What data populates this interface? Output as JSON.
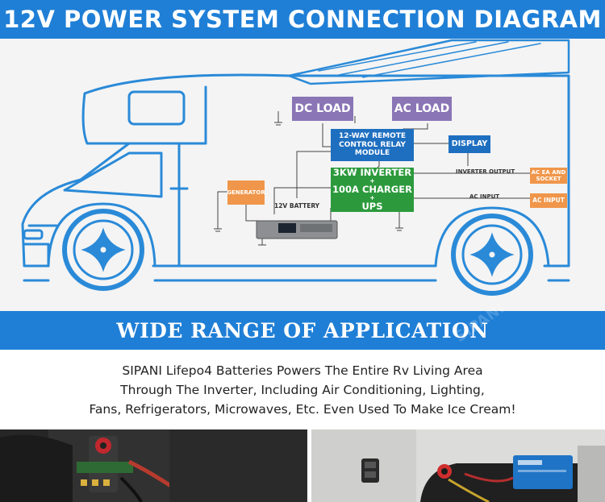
{
  "header": {
    "title": "12V POWER SYSTEM CONNECTION DIAGRAM"
  },
  "diagram": {
    "dc_load": "DC LOAD",
    "ac_load": "AC LOAD",
    "relay_module": "12-WAY REMOTE CONTROL RELAY MODULE",
    "display": "DISPLAY",
    "inverter_line1": "3KW INVERTER",
    "inverter_plus1": "+",
    "inverter_line2": "100A CHARGER",
    "inverter_plus2": "+",
    "inverter_line3": "UPS",
    "generator": "GENERATOR",
    "battery_label": "12V BATTERY",
    "inverter_output_label": "INVERTER OUTPUT",
    "ac_input_label": "AC INPUT",
    "ac_socket": "AC EA AND SOCKET",
    "ac_input_box": "AC INPUT",
    "colors": {
      "blue_banner": "#1f7fd6",
      "van_outline": "#2a8ad8",
      "purple": "#8a75b5",
      "green": "#2c9a3c",
      "orange": "#f0964a"
    }
  },
  "section": {
    "title": "WIDE RANGE OF APPLICATION"
  },
  "description": {
    "line1": "SIPANI Lifepo4 Batteries Powers The Entire Rv Living Area",
    "line2": "Through The Inverter, Including Air Conditioning, Lighting,",
    "line3": "Fans, Refrigerators, Microwaves, Etc. Even Used To Make Ice Cream!"
  },
  "watermark": "SIPANI"
}
